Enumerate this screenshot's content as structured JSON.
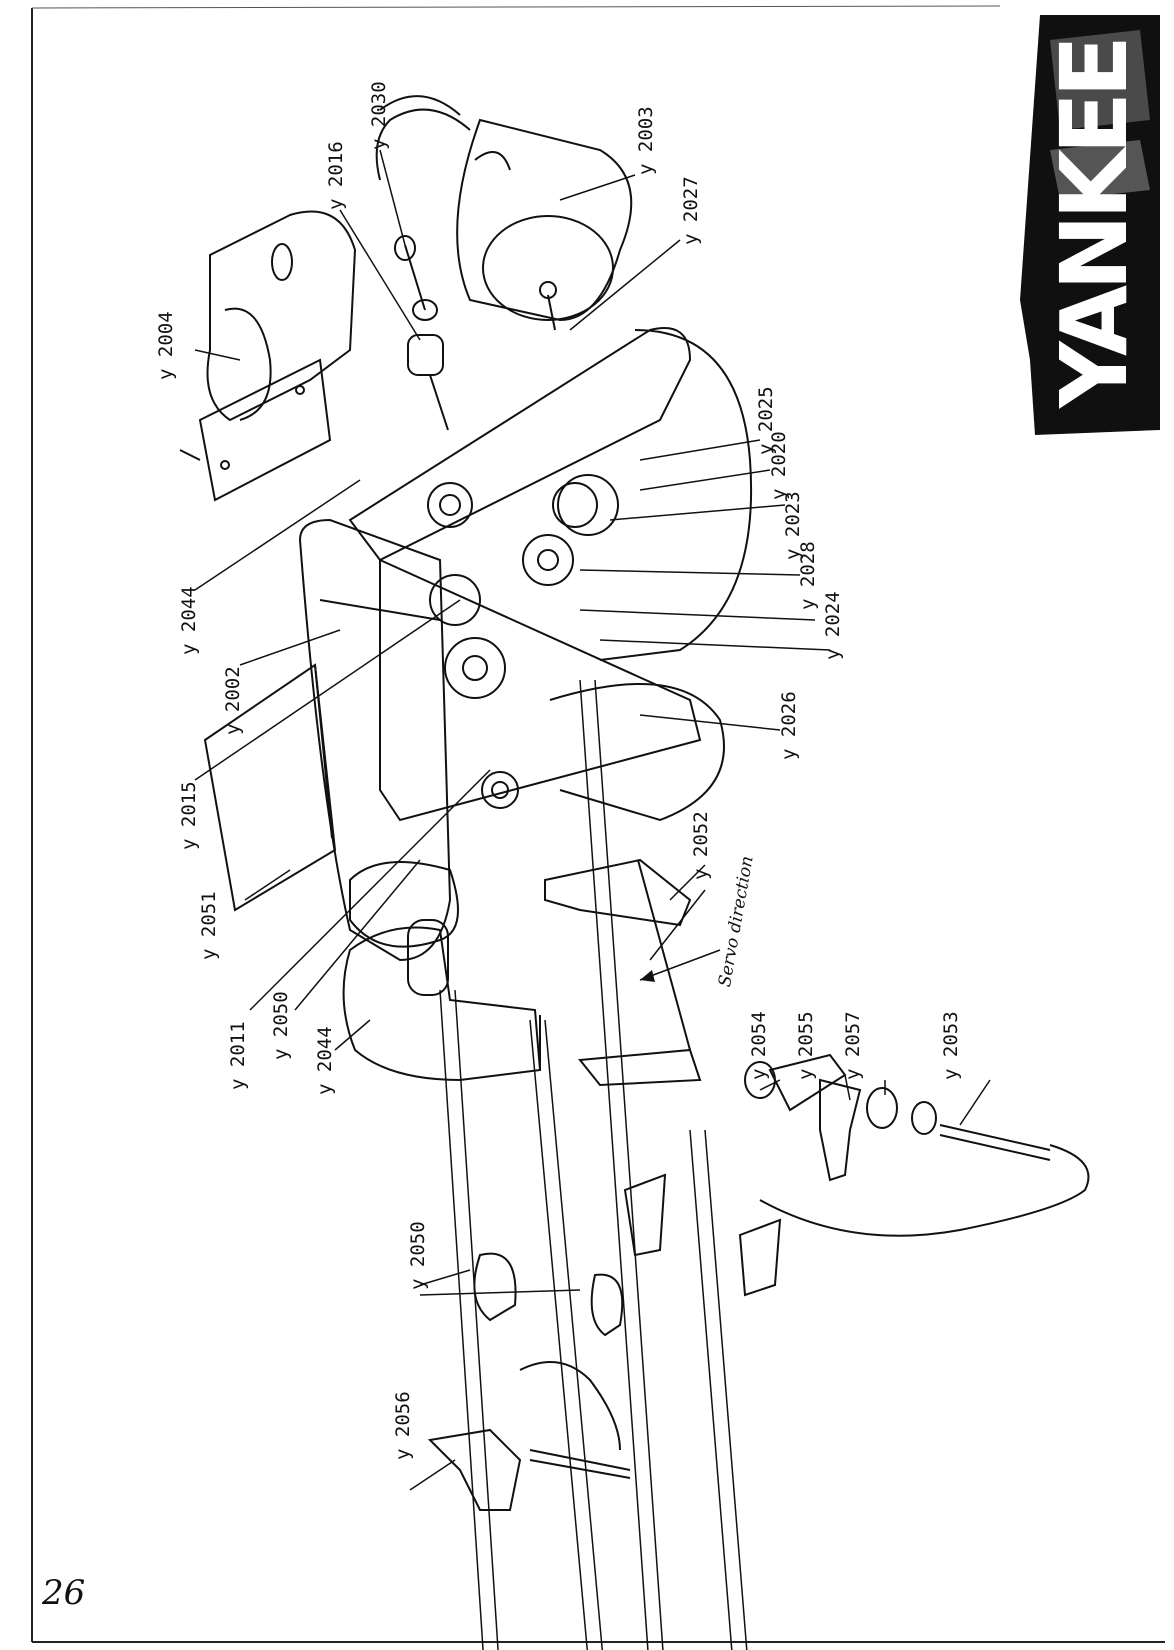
{
  "page_number": "26",
  "logo_text": "YANKEE",
  "annotation": "Servo direction",
  "labels": {
    "y2003": "y 2003",
    "y2027": "y 2027",
    "y2030": "y 2030",
    "y2016": "y 2016",
    "y2004": "y 2004",
    "y2025": "y 2025",
    "y2020": "y 2020",
    "y2023": "y 2023",
    "y2028": "y 2028",
    "y2024": "y 2024",
    "y2026": "y 2026",
    "y2044_top": "y 2044",
    "y2002": "y 2002",
    "y2015": "y 2015",
    "y2051": "y 2051",
    "y2011": "y 2011",
    "y2050_mid": "y 2050",
    "y2044_bottom": "y 2044",
    "y2052": "y 2052",
    "y2054": "y 2054",
    "y2055": "y 2055",
    "y2057": "y 2057",
    "y2053": "y 2053",
    "y2050_bottom": "y 2050",
    "y2056": "y 2056"
  }
}
